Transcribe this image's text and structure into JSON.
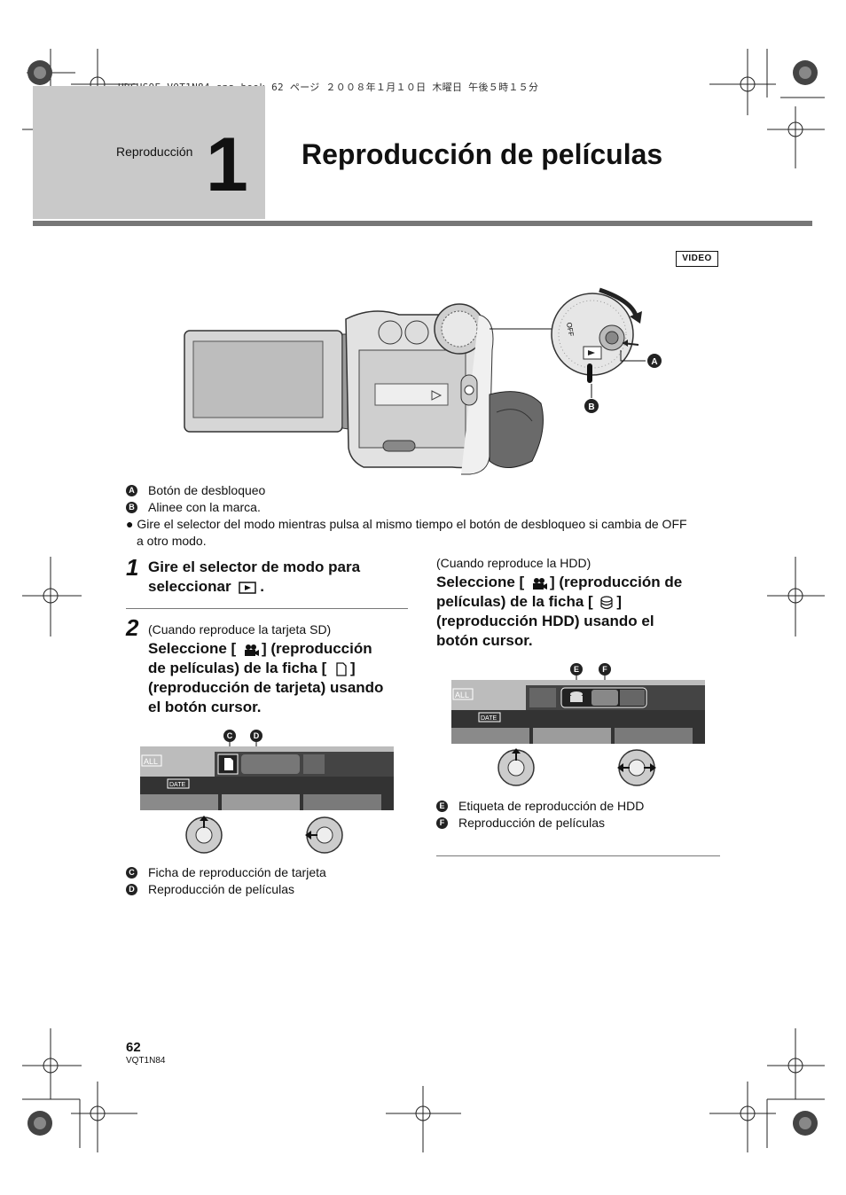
{
  "print_header": "HDCHS9E-VQT1N84_spa.book  62 ページ  ２００８年１月１０日  木曜日  午後５時１５分",
  "section_label": "Reproducción",
  "chapter_number": "1",
  "title": "Reproducción de películas",
  "video_badge": "VIDEO",
  "dial_labels": {
    "off": "OFF"
  },
  "callouts": {
    "a": "A",
    "b": "B",
    "c": "C",
    "d": "D",
    "e": "E",
    "f": "F"
  },
  "legend_top": [
    {
      "marker": "A",
      "text": "Botón de desbloqueo"
    },
    {
      "marker": "B",
      "text": "Alinee con la marca."
    }
  ],
  "bullet_note": {
    "line1": "Gire el selector del modo mientras pulsa al mismo tiempo el botón de desbloqueo si cambia de OFF",
    "line2": "a otro modo."
  },
  "step1": {
    "number": "1",
    "line1": "Gire el selector de modo para",
    "line2_prefix": "seleccionar",
    "line2_suffix": "."
  },
  "step2": {
    "number": "2",
    "context": "(Cuando reproduce la tarjeta SD)",
    "line1_a": "Seleccione [",
    "line1_b": "] (reproducción",
    "line2_a": "de películas) de la ficha [",
    "line2_b": "]",
    "line3": "(reproducción de tarjeta) usando",
    "line4": "el botón cursor."
  },
  "step3": {
    "context": "(Cuando reproduce la HDD)",
    "line1_a": "Seleccione [",
    "line1_b": "] (reproducción de",
    "line2_a": "películas) de la ficha [",
    "line2_b": "]",
    "line3": "(reproducción HDD) usando el",
    "line4": "botón cursor."
  },
  "screen_labels": {
    "all": "ALL",
    "date": "DATE"
  },
  "legend_sd": [
    {
      "marker": "C",
      "text": "Ficha de reproducción de tarjeta"
    },
    {
      "marker": "D",
      "text": "Reproducción de películas"
    }
  ],
  "legend_hdd": [
    {
      "marker": "E",
      "text": "Etiqueta de reproducción de HDD"
    },
    {
      "marker": "F",
      "text": "Reproducción de películas"
    }
  ],
  "footer": {
    "page_number": "62",
    "code": "VQT1N84"
  }
}
